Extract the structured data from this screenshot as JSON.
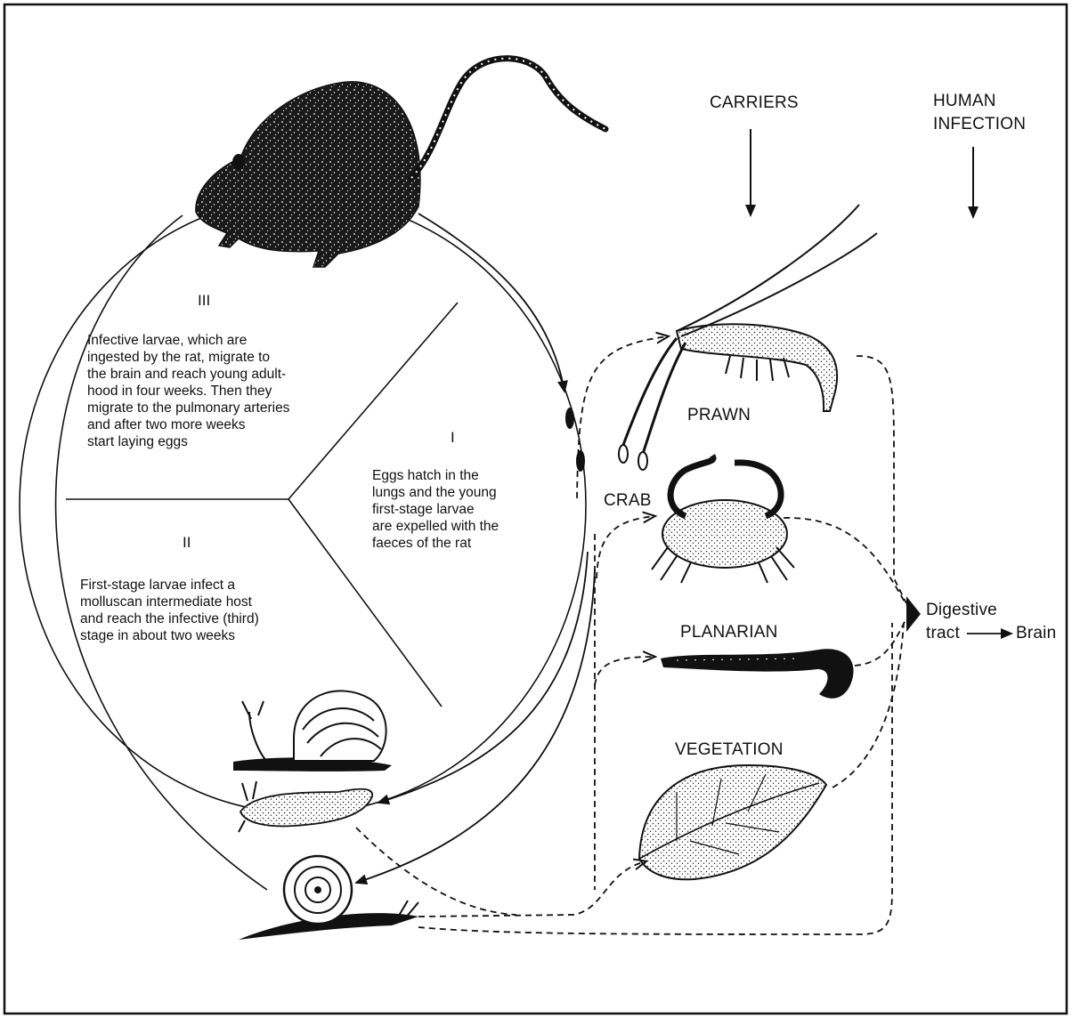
{
  "headers": {
    "carriers": "CARRIERS",
    "human_infection_line1": "HUMAN",
    "human_infection_line2": "INFECTION"
  },
  "stages": {
    "stage1": {
      "numeral": "I",
      "lines": [
        "Eggs hatch in the",
        "lungs and the young",
        "first-stage larvae",
        "are expelled with the",
        "faeces of the rat"
      ]
    },
    "stage2": {
      "numeral": "II",
      "lines": [
        "First-stage larvae infect a",
        "molluscan intermediate host",
        "and reach the infective (third)",
        "stage in about two weeks"
      ]
    },
    "stage3": {
      "numeral": "III",
      "lines": [
        "Infective larvae, which are",
        "ingested by the rat, migrate to",
        "the brain and reach young adult-",
        "hood in four weeks. Then they",
        "migrate to the pulmonary arteries",
        "and after two more weeks",
        "start laying eggs"
      ]
    }
  },
  "organisms": {
    "prawn": "PRAWN",
    "crab": "CRAB",
    "planarian": "PLANARIAN",
    "vegetation": "VEGETATION"
  },
  "outcome": {
    "digestive_line1": "Digestive",
    "digestive_line2": "tract",
    "brain": "Brain"
  }
}
